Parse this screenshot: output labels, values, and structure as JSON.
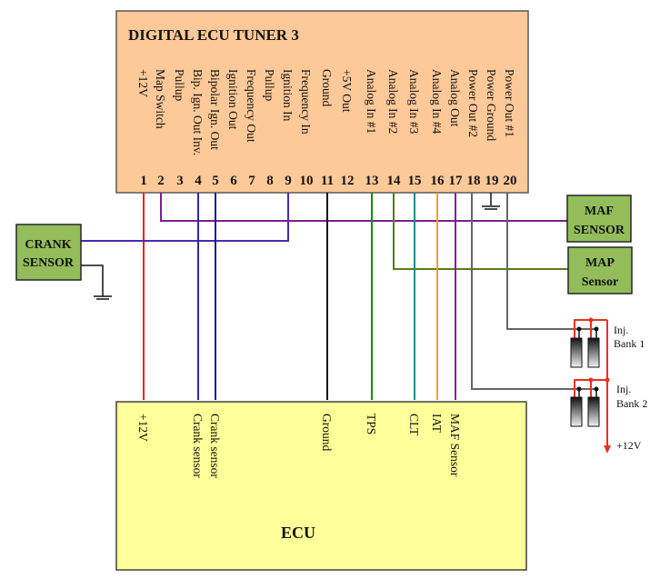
{
  "tuner": {
    "title": "DIGITAL ECU TUNER 3",
    "pins": [
      {
        "num": "1",
        "label": "+12V"
      },
      {
        "num": "2",
        "label": "Map Switch"
      },
      {
        "num": "3",
        "label": "Pullup"
      },
      {
        "num": "4",
        "label": "Bip. Ign. Out Inv."
      },
      {
        "num": "5",
        "label": "Bipolar Ign. Out"
      },
      {
        "num": "6",
        "label": "Ignition Out"
      },
      {
        "num": "7",
        "label": "Frequency Out"
      },
      {
        "num": "8",
        "label": "Pullup"
      },
      {
        "num": "9",
        "label": "Ignition In"
      },
      {
        "num": "10",
        "label": "Frequency In"
      },
      {
        "num": "11",
        "label": "Ground"
      },
      {
        "num": "12",
        "label": "+5V Out"
      },
      {
        "num": "13",
        "label": "Analog In #1"
      },
      {
        "num": "14",
        "label": "Analog In #2"
      },
      {
        "num": "15",
        "label": "Analog In #3"
      },
      {
        "num": "16",
        "label": "Analog In #4"
      },
      {
        "num": "17",
        "label": "Analog Out"
      },
      {
        "num": "18",
        "label": "Power Out #2"
      },
      {
        "num": "19",
        "label": "Power Ground"
      },
      {
        "num": "20",
        "label": "Power Out #1"
      }
    ]
  },
  "ecu": {
    "title": "ECU",
    "pins": [
      {
        "label": "+12V"
      },
      {
        "label": "Crank sensor"
      },
      {
        "label": "Crank sensor"
      },
      {
        "label": "Ground"
      },
      {
        "label": "TPS"
      },
      {
        "label": "CLT"
      },
      {
        "label": "IAT"
      },
      {
        "label": "MAF Sensor"
      }
    ]
  },
  "sensors": {
    "crank": {
      "line1": "CRANK",
      "line2": "SENSOR"
    },
    "maf": {
      "line1": "MAF",
      "line2": "SENSOR"
    },
    "map": {
      "line1": "MAP",
      "line2": "Sensor"
    }
  },
  "injectors": {
    "bank1": {
      "line1": "Inj.",
      "line2": "Bank 1"
    },
    "bank2": {
      "line1": "Inj.",
      "line2": "Bank 2"
    },
    "supply_label": "+12V"
  },
  "wire_colors": {
    "power_12v": "#ff1a1a",
    "map_switch": "#7b1f91",
    "ignition_in": "#4b2ab0",
    "bip_ign_inv": "#2c2ca0",
    "bip_ign": "#1a1a9a",
    "ground": "#111111",
    "tps": "#1a8a1a",
    "map_sensor": "#5a7a20",
    "clt": "#1a8c8c",
    "iat": "#f5a030",
    "maf": "#8a1a9a",
    "power_out": "#666666",
    "injector_supply": "#e8321e"
  }
}
